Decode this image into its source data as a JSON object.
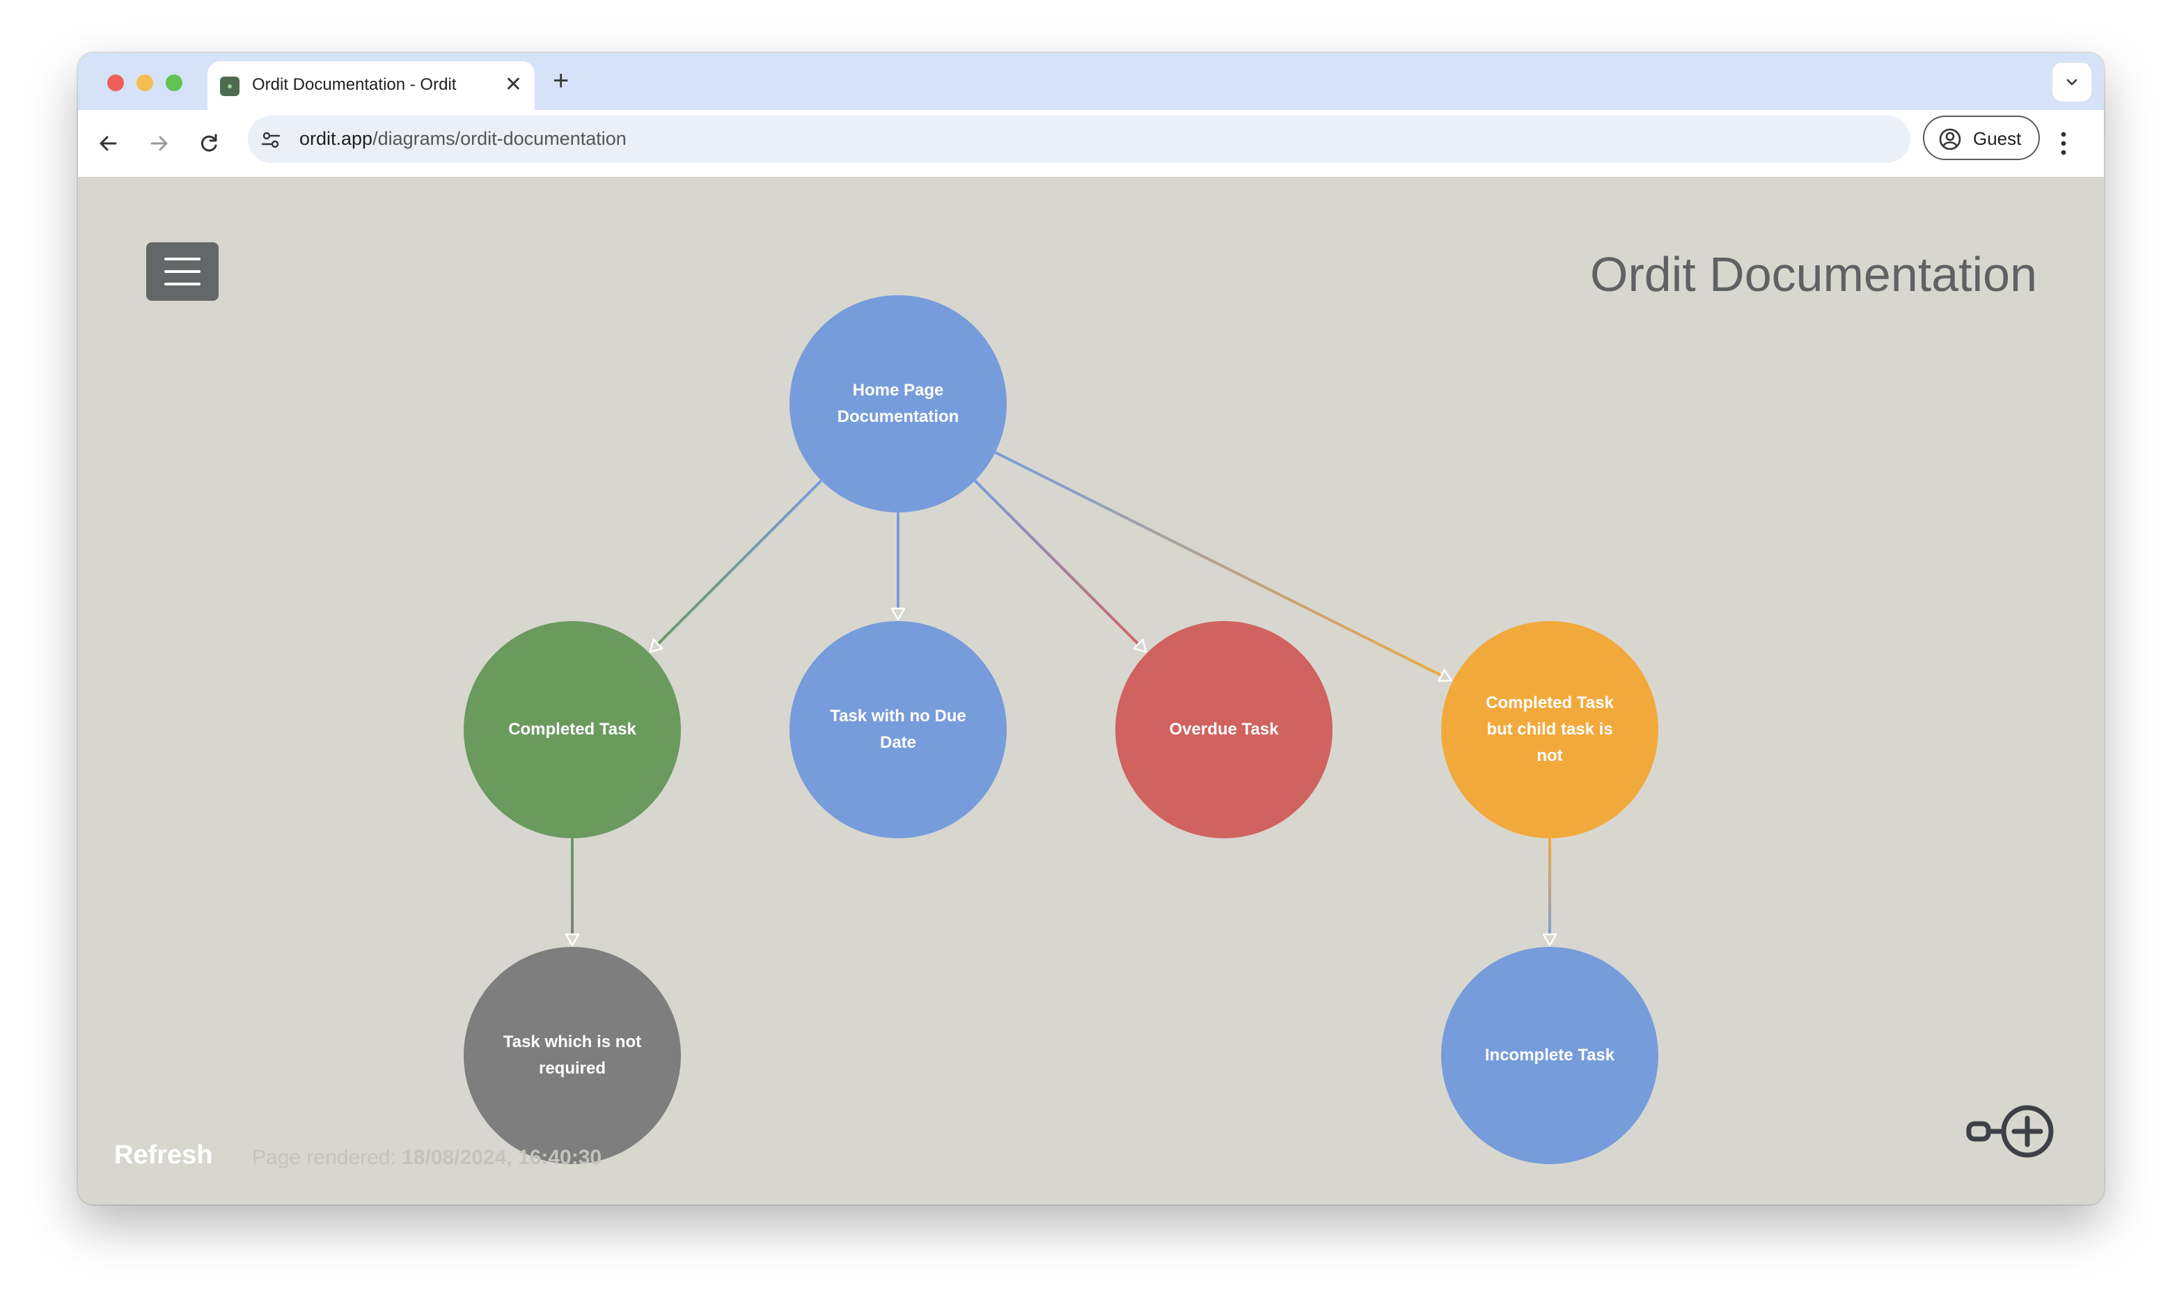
{
  "browser": {
    "tab_title": "Ordit Documentation - Ordit",
    "tab_close": "✕",
    "new_tab": "+",
    "url_host": "ordit.app",
    "url_path": "/diagrams/ordit-documentation",
    "profile_label": "Guest"
  },
  "page": {
    "title": "Ordit Documentation",
    "refresh_label": "Refresh",
    "rendered_label": "Page rendered: ",
    "rendered_timestamp": "18/08/2024, 16:40:30"
  },
  "colors": {
    "background": "#d8d7cf",
    "blue": "#779cdb",
    "green": "#6b9a5f",
    "red": "#d0635f",
    "orange": "#f2a93c",
    "gray": "#7e7e7e"
  },
  "diagram": {
    "nodes": [
      {
        "id": "home",
        "lines": [
          "Home Page",
          "Documentation"
        ],
        "color": "blue"
      },
      {
        "id": "completed",
        "lines": [
          "Completed Task"
        ],
        "color": "green"
      },
      {
        "id": "no-due",
        "lines": [
          "Task with no Due",
          "Date"
        ],
        "color": "blue"
      },
      {
        "id": "overdue",
        "lines": [
          "Overdue Task"
        ],
        "color": "red"
      },
      {
        "id": "completed-child",
        "lines": [
          "Completed Task",
          "but child task is",
          "not"
        ],
        "color": "orange"
      },
      {
        "id": "not-required",
        "lines": [
          "Task which is not",
          "required"
        ],
        "color": "gray"
      },
      {
        "id": "incomplete",
        "lines": [
          "Incomplete Task"
        ],
        "color": "blue"
      }
    ],
    "edges": [
      {
        "from": "home",
        "to": "completed"
      },
      {
        "from": "home",
        "to": "no-due"
      },
      {
        "from": "home",
        "to": "overdue"
      },
      {
        "from": "home",
        "to": "completed-child"
      },
      {
        "from": "completed",
        "to": "not-required"
      },
      {
        "from": "completed-child",
        "to": "incomplete"
      }
    ]
  },
  "icons": {
    "menu": "hamburger-icon",
    "add_node": "add-node-icon",
    "back": "back-arrow-icon",
    "forward": "forward-arrow-icon",
    "reload": "reload-icon",
    "site_info": "site-settings-icon",
    "profile": "profile-icon",
    "more": "more-vertical-icon"
  }
}
